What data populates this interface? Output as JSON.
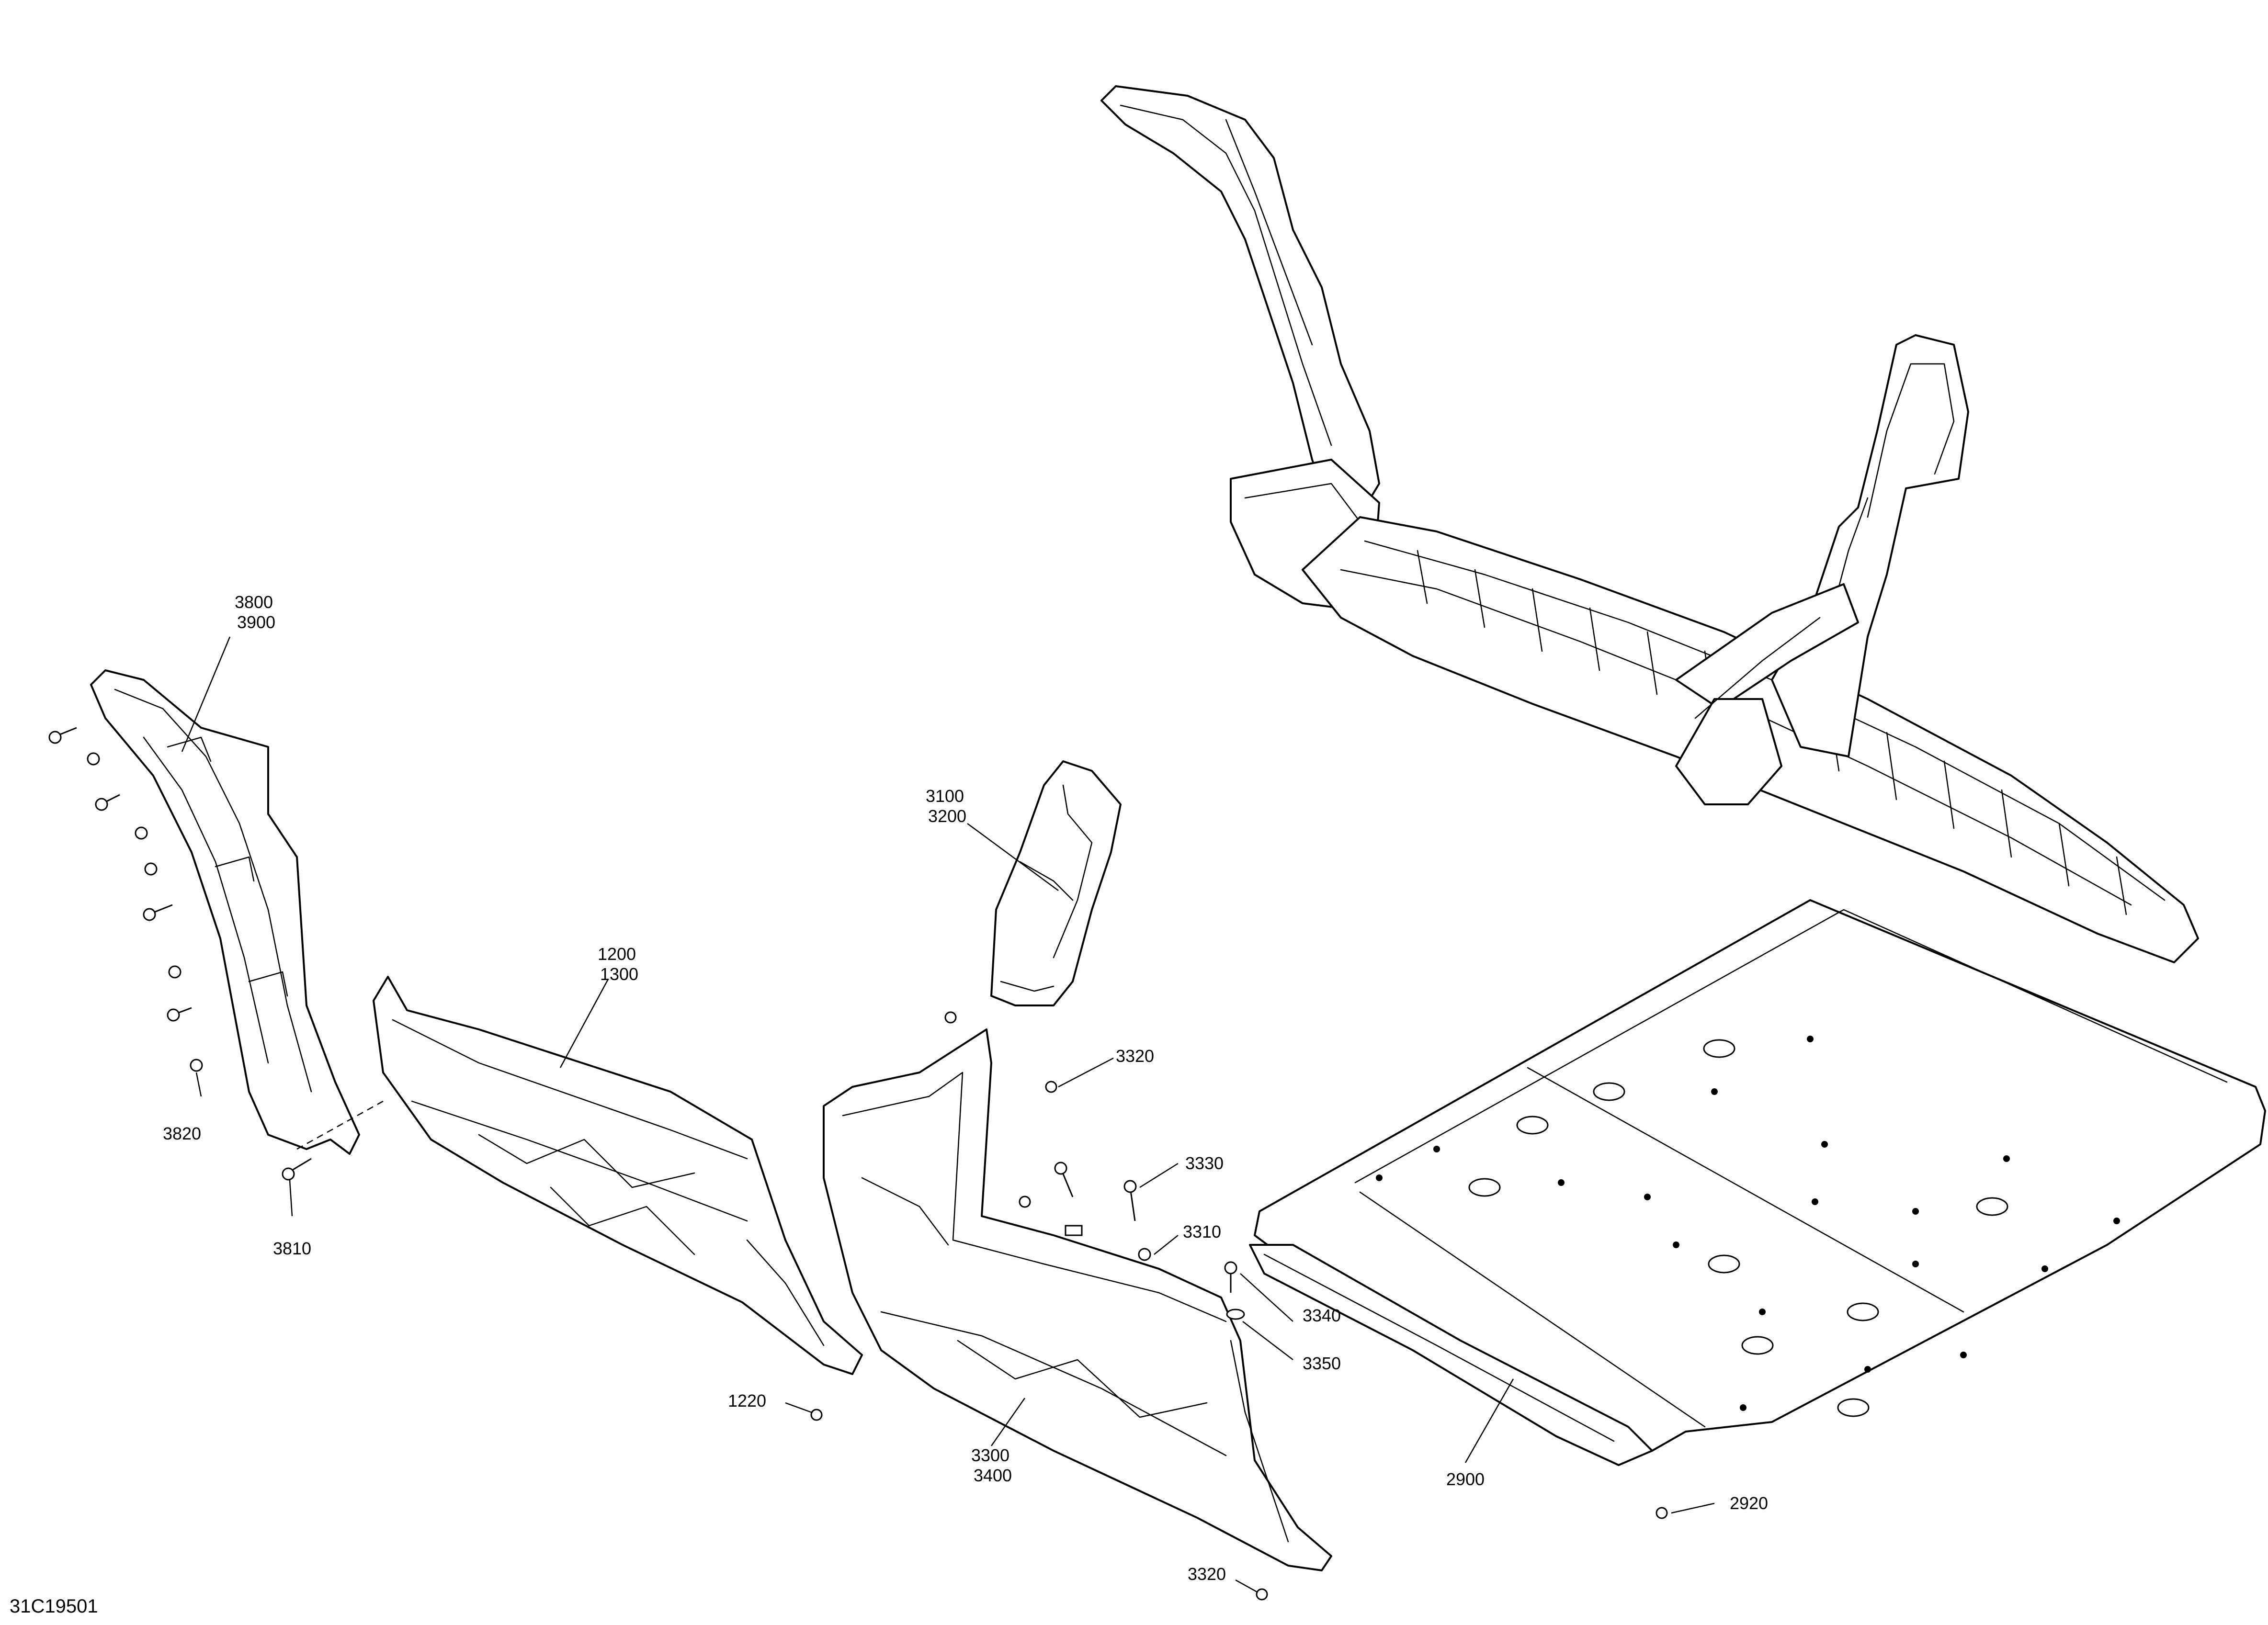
{
  "drawing_id": "31C19501",
  "callouts": [
    {
      "id": "c3800",
      "lines": [
        "3800",
        "3900"
      ]
    },
    {
      "id": "c3820",
      "lines": [
        "3820"
      ]
    },
    {
      "id": "c3810",
      "lines": [
        "3810"
      ]
    },
    {
      "id": "c1200",
      "lines": [
        "1200",
        "1300"
      ]
    },
    {
      "id": "c1220",
      "lines": [
        "1220"
      ]
    },
    {
      "id": "c3100",
      "lines": [
        "3100",
        "3200"
      ]
    },
    {
      "id": "c3320a",
      "lines": [
        "3320"
      ]
    },
    {
      "id": "c3330",
      "lines": [
        "3330"
      ]
    },
    {
      "id": "c3310",
      "lines": [
        "3310"
      ]
    },
    {
      "id": "c3340",
      "lines": [
        "3340"
      ]
    },
    {
      "id": "c3350",
      "lines": [
        "3350"
      ]
    },
    {
      "id": "c3300",
      "lines": [
        "3300",
        "3400"
      ]
    },
    {
      "id": "c3320b",
      "lines": [
        "3320"
      ]
    },
    {
      "id": "c2900",
      "lines": [
        "2900"
      ]
    },
    {
      "id": "c2920",
      "lines": [
        "2920"
      ]
    }
  ]
}
